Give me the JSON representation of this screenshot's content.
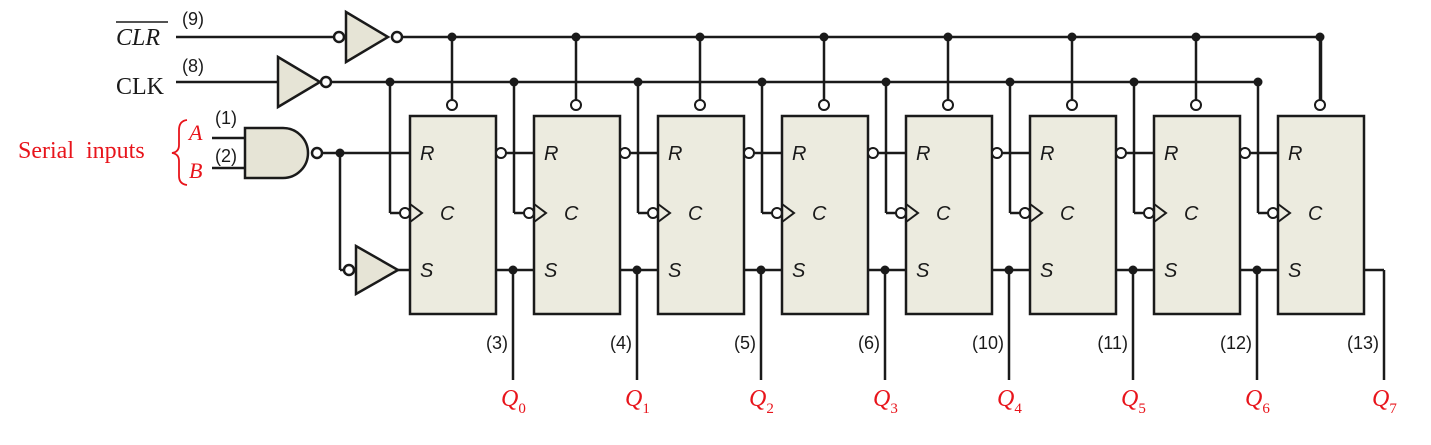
{
  "signals": {
    "clr": "CLR",
    "clr_pin": "(9)",
    "clk": "CLK",
    "clk_pin": "(8)",
    "serial_label": "Serial  inputs",
    "input_a": "A",
    "input_a_pin": "(1)",
    "input_b": "B",
    "input_b_pin": "(2)"
  },
  "flipflop_labels": {
    "r": "R",
    "c": "C",
    "s": "S"
  },
  "stages": [
    {
      "pin": "(3)",
      "q": "Q",
      "sub": "0"
    },
    {
      "pin": "(4)",
      "q": "Q",
      "sub": "1"
    },
    {
      "pin": "(5)",
      "q": "Q",
      "sub": "2"
    },
    {
      "pin": "(6)",
      "q": "Q",
      "sub": "3"
    },
    {
      "pin": "(10)",
      "q": "Q",
      "sub": "4"
    },
    {
      "pin": "(11)",
      "q": "Q",
      "sub": "5"
    },
    {
      "pin": "(12)",
      "q": "Q",
      "sub": "6"
    },
    {
      "pin": "(13)",
      "q": "Q",
      "sub": "7"
    }
  ],
  "colors": {
    "wire": "#1a1a1a",
    "box_fill": "#ecebdf",
    "gate_fill": "#e6e4d6",
    "label_red": "#e8141b",
    "text": "#1a1a1a"
  }
}
